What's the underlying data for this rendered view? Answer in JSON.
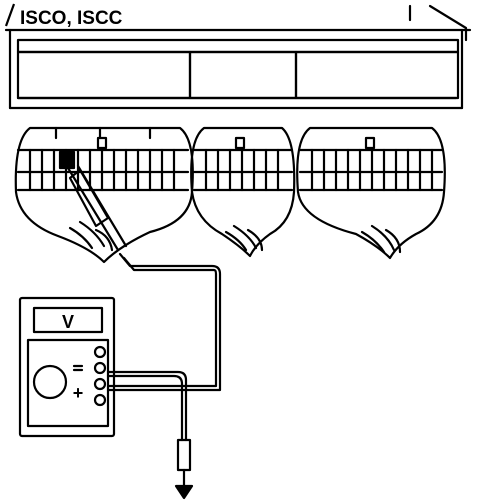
{
  "diagram": {
    "terminal_label": "ISCO, ISCC",
    "meter_mode": "V",
    "meter_polarity": "+",
    "connector_count": 3,
    "colors": {
      "ink": "#000000",
      "paper": "#ffffff"
    }
  }
}
